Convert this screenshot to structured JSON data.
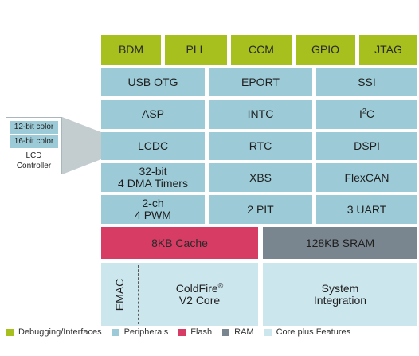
{
  "debug_row": [
    "BDM",
    "PLL",
    "CCM",
    "GPIO",
    "JTAG"
  ],
  "peripherals": {
    "usb_otg": "USB OTG",
    "eport": "EPORT",
    "ssi": "SSI",
    "asp": "ASP",
    "intc": "INTC",
    "i2c_base": "I",
    "i2c_sup": "2",
    "i2c_rest": "C",
    "lcdc": "LCDC",
    "rtc": "RTC",
    "dspi": "DSPI",
    "dma_line1": "32-bit",
    "dma_line2": "4 DMA Timers",
    "xbs": "XBS",
    "flexcan": "FlexCAN",
    "pwm_line1": "2-ch",
    "pwm_line2": "4 PWM",
    "pit": "2 PIT",
    "uart": "3 UART"
  },
  "memory": {
    "cache": "8KB Cache",
    "sram": "128KB SRAM"
  },
  "core": {
    "emac": "EMAC",
    "coldfire_line1": "ColdFire",
    "coldfire_reg": "®",
    "coldfire_line2": "V2 Core",
    "sys_line1": "System",
    "sys_line2": "Integration"
  },
  "lcd_controller": {
    "chip1": "12-bit color",
    "chip2": "16-bit color",
    "label_line1": "LCD",
    "label_line2": "Controller"
  },
  "legend": [
    {
      "label": "Debugging/Interfaces",
      "color": "#a7c01e"
    },
    {
      "label": "Peripherals",
      "color": "#9ccbd7"
    },
    {
      "label": "Flash",
      "color": "#d63c64"
    },
    {
      "label": "RAM",
      "color": "#7a868f"
    },
    {
      "label": "Core plus Features",
      "color": "#cce6ee"
    }
  ]
}
